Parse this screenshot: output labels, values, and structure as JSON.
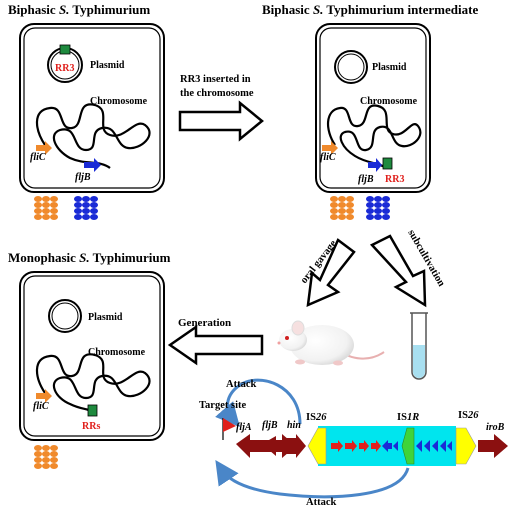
{
  "panels": {
    "biphasic": {
      "title_prefix": "Biphasic ",
      "title_genus": "S.",
      "title_species": " Typhimurium",
      "plasmid_label": "Plasmid",
      "plasmid_insert": "RR3",
      "chromosome_label": "Chromosome",
      "gene1": "fliC",
      "gene2": "fljB"
    },
    "intermediate": {
      "title_prefix": "Biphasic ",
      "title_genus": "S.",
      "title_species": " Typhimurium intermediate",
      "plasmid_label": "Plasmid",
      "chromosome_label": "Chromosome",
      "gene1": "fliC",
      "gene2": "fljB",
      "insert": "RR3"
    },
    "monophasic": {
      "title_prefix": "Monophasic ",
      "title_genus": "S.",
      "title_species": " Typhimurium",
      "plasmid_label": "Plasmid",
      "chromosome_label": "Chromosome",
      "gene1": "fliC",
      "insert": "RRs"
    }
  },
  "arrows": {
    "inserted_line1": "RR3 inserted in",
    "inserted_line2": "the chromosome",
    "oral": "oral gavage",
    "subcultivation": "subcultivation",
    "generation": "Generation"
  },
  "locus": {
    "target_site": "Target site",
    "attack_top": "Attack",
    "attack_bottom": "Attack",
    "fljA": "fljA",
    "fljB": "fljB",
    "hin": "hin",
    "is26_left_prefix": "IS",
    "is26_left_num": "26",
    "is1r_prefix": "IS",
    "is1r_num": "1R",
    "is26_right_prefix": "IS",
    "is26_right_num": "26",
    "iroB": "iroB"
  },
  "colors": {
    "fliC_flagella": "#f08a2c",
    "fljB_flagella": "#1a2bd6",
    "rr_insert": "#e0201c",
    "gene_arrow": "#8b1010",
    "is_element": "#ffff00",
    "transposon_box": "#00e5ee",
    "attack_arc": "#4a86c8",
    "mouse": "#ffffff"
  }
}
